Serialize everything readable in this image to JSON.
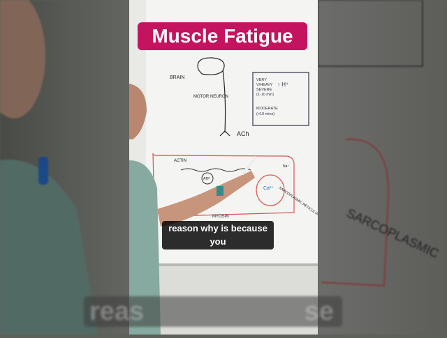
{
  "title": "Muscle Fatigue",
  "caption": {
    "line1": "reason why is because",
    "line2": "you"
  },
  "background_caption": {
    "left": "reas",
    "right": "se"
  },
  "whiteboard": {
    "brain": "BRAIN",
    "motor_neuron": "MOTOR NEURON",
    "ach": "ACh",
    "box_lines": [
      "VERY",
      "V/HEAVY",
      "SEVERE",
      "(1-10 min)",
      "MODERATE",
      "(>10 mins)"
    ],
    "h_plus": "↑ H⁺",
    "actin": "ACTIN",
    "myosin": "MYOSIN",
    "atp": "ATP",
    "na": "Na⁺",
    "ca": "Ca²⁺",
    "sr": "SARCOPLASMIC RETICULUM"
  },
  "colors": {
    "title_bg": "#c4145f",
    "caption_bg": "#000000",
    "marker_red": "#d9534f",
    "marker_blue": "#2a6fb5"
  }
}
